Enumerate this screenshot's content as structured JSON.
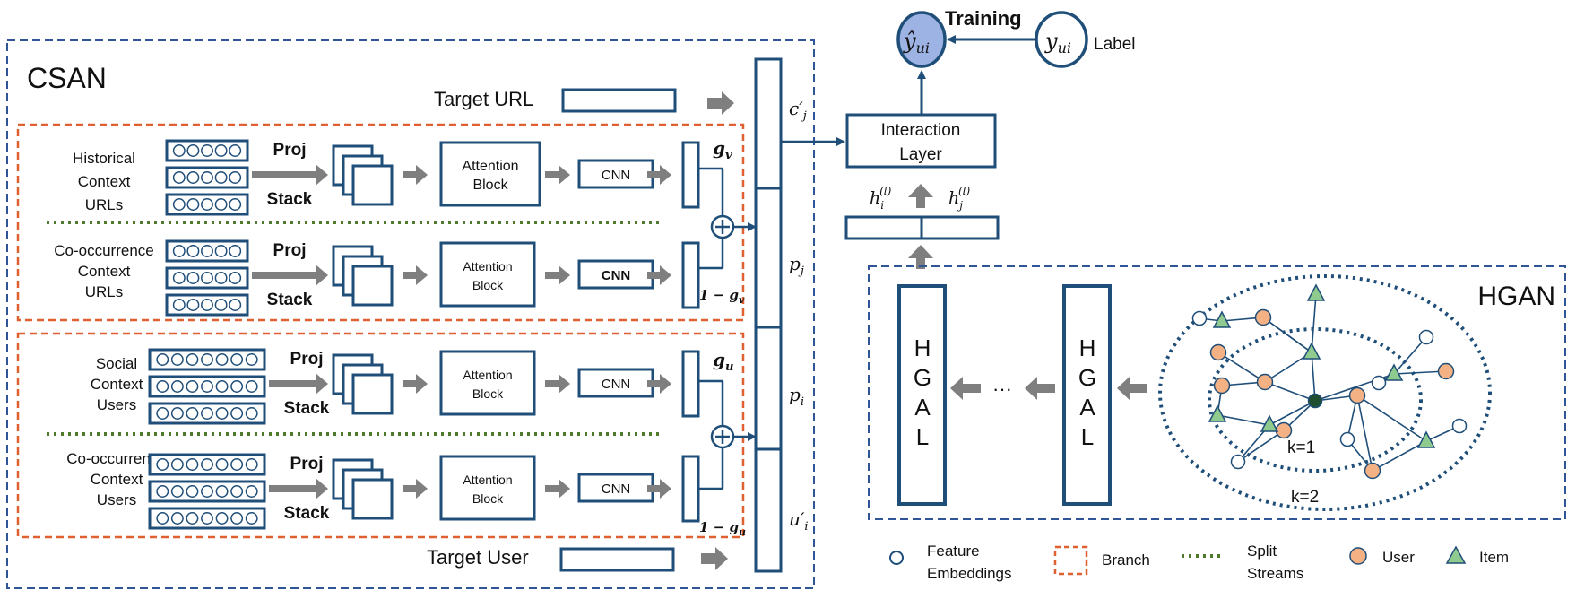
{
  "csan": {
    "title": "CSAN",
    "target_url": "Target URL",
    "target_user": "Target User",
    "proj": "Proj",
    "stack": "Stack",
    "attention_block": [
      "Attention",
      "Block"
    ],
    "cnn": "CNN",
    "rows": [
      {
        "label": [
          "Historical",
          "Context",
          "URLs"
        ]
      },
      {
        "label": [
          "Co-occurrence",
          "Context",
          "URLs"
        ]
      },
      {
        "label": [
          "Social",
          "Context",
          "Users"
        ]
      },
      {
        "label": [
          "Co-occurrence",
          "Context",
          "Users"
        ]
      }
    ],
    "gates": {
      "g_v": "g",
      "g_v_sub": "v",
      "one_minus_g_v": "1 − g",
      "g_u": "g",
      "g_u_sub": "u",
      "one_minus_g_u": "1 − g"
    },
    "concat_labels": [
      "c′",
      "p",
      "p",
      "u′"
    ],
    "concat_subs": [
      "j",
      "j",
      "i",
      "i"
    ]
  },
  "top": {
    "training": "Training",
    "label": "Label",
    "y_hat": "ŷ",
    "y": "y",
    "y_sub": "ui",
    "interaction_layer": [
      "Interaction",
      "Layer"
    ],
    "h_i": "h",
    "h_i_sub": "i",
    "h_j": "h",
    "h_j_sub": "j",
    "h_sup": "(l)"
  },
  "hgan": {
    "title": "HGAN",
    "hgal_letters": [
      "H",
      "G",
      "A",
      "L"
    ],
    "ellipsis": "···",
    "k1": "k=1",
    "k2": "k=2"
  },
  "legend": {
    "feature": [
      "Feature",
      "Embeddings"
    ],
    "branch": "Branch",
    "split": [
      "Split",
      "Streams"
    ],
    "user": "User",
    "item": "Item"
  },
  "colors": {
    "navy": "#1f4e79",
    "orange_dash": "#e06030",
    "green_dot": "#4f7a2e",
    "user_fill": "#f4b183",
    "item_fill": "#8fca8f",
    "pred_fill": "#9db3e3",
    "arrow_gray": "#7f7f7f"
  }
}
